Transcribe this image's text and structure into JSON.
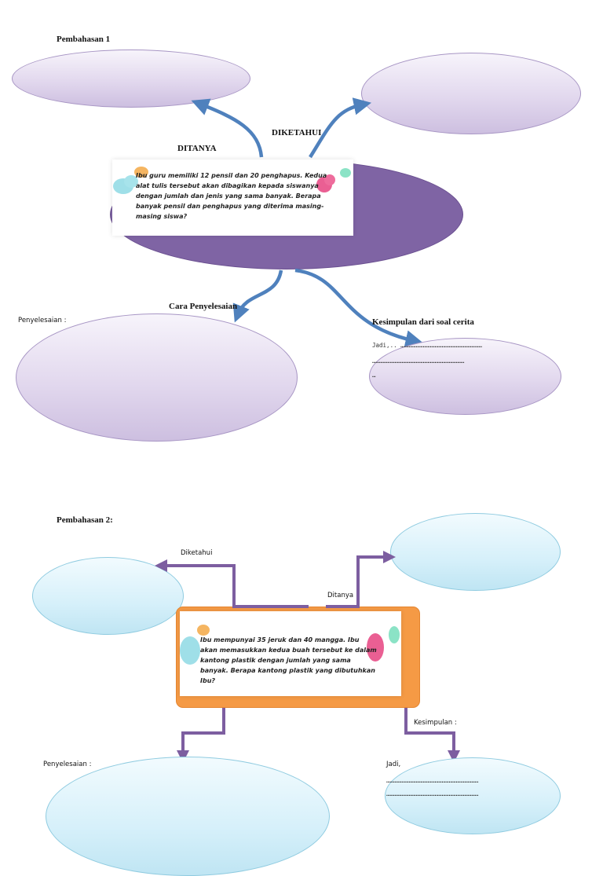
{
  "section1": {
    "title": "Pembahasan 1",
    "label_diketahui": "DIKETAHUI",
    "label_ditanya": "DITANYA",
    "question": "Ibu guru memiliki 12 pensil dan 20 penghapus. Kedua alat tulis tersebut akan dibagikan kepada siswanya dengan jumlah dan jenis yang sama banyak. Berapa banyak pensil dan penghapus yang diterima masing-masing siswa?",
    "label_cara": "Cara Penyelesaian",
    "label_penyelesaian": "Penyelesaian :",
    "label_kesimpulan": "Kesimpulan dari soal cerita",
    "jadi_line1": "Jadi,.. ……………………………………………………………",
    "jadi_line2": "……………………………………………………………………",
    "jadi_line3": "…"
  },
  "section2": {
    "title": "Pembahasan 2:",
    "label_diketahui": "Diketahui",
    "label_ditanya": "Ditanya",
    "question": "Ibu mempunyai 35 jeruk dan 40 mangga. Ibu akan memasukkan kedua buah tersebut ke dalam kantong plastik dengan jumlah yang sama banyak. Berapa kantong plastik yang dibutuhkan Ibu?",
    "label_kesimpulan": "Kesimpulan  :",
    "label_penyelesaian": "Penyelesaian :",
    "jadi_label": "Jadi,",
    "jadi_line1": "……………………………………………………………………",
    "jadi_line2": "……………………………………………………………………"
  },
  "colors": {
    "purple": "#7f64a4",
    "blue_arrow": "#4f81bd",
    "elbow_arrow": "#7d5ea0",
    "orange": "#f59a45"
  }
}
